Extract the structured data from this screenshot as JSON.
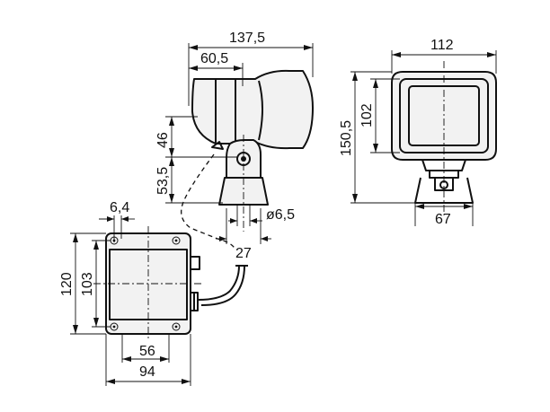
{
  "dimensions": {
    "side_total_length": "137,5",
    "side_head_length": "60,5",
    "side_upper_height": "46",
    "side_lower_height": "53,5",
    "mount_hole_diameter": "ø6,5",
    "mount_offset": "27",
    "front_width": "112",
    "front_lens_height": "102",
    "front_total_height": "150,5",
    "front_base_width": "67",
    "box_hole_offset": "6,4",
    "box_total_height": "120",
    "box_hole_spacing_v": "103",
    "box_hole_spacing_h": "56",
    "box_total_width": "94"
  }
}
